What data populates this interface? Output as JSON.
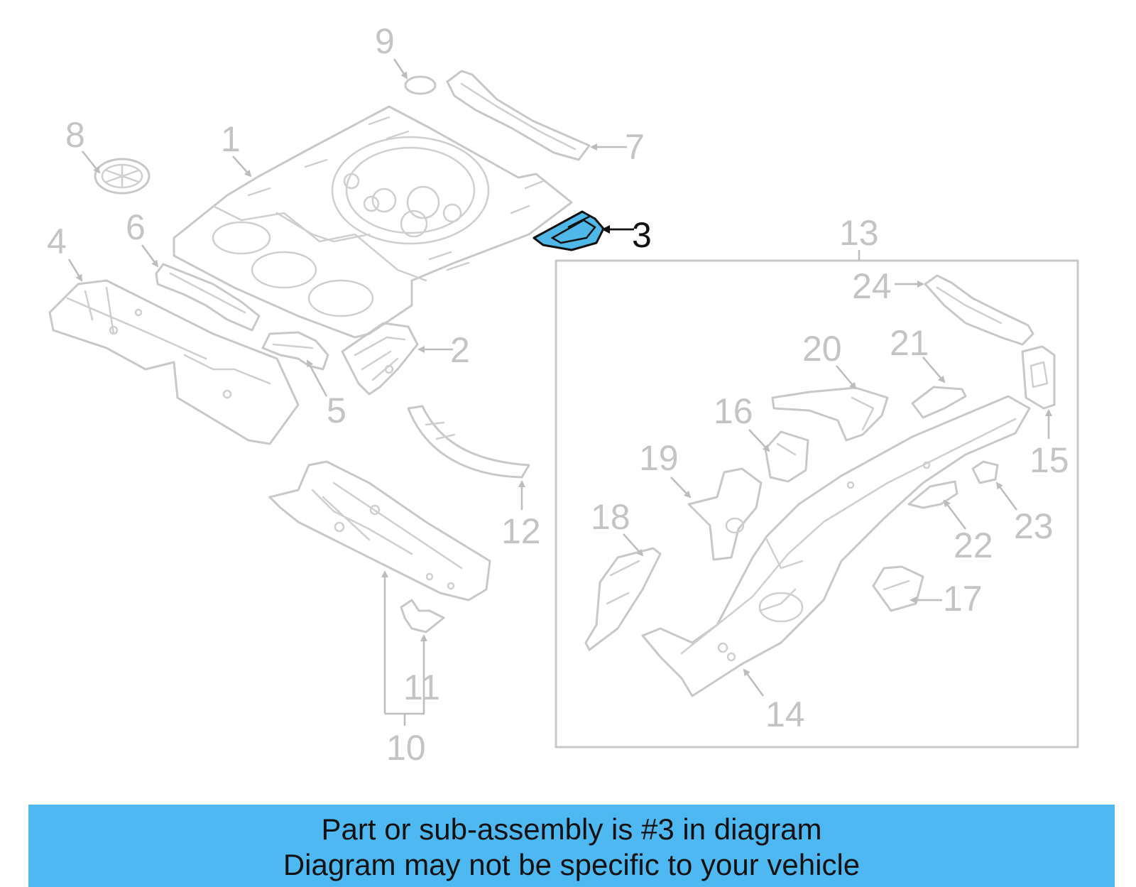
{
  "banner": {
    "line1": "Part or sub-assembly is #3 in diagram",
    "line2": "Diagram may not be specific to your vehicle"
  },
  "colors": {
    "highlight": "#4fb8e8",
    "banner": "#4db8f2",
    "line": "#c8c8c8"
  },
  "highlighted_part": "3",
  "callouts": {
    "c1": "1",
    "c2": "2",
    "c3": "3",
    "c4": "4",
    "c5": "5",
    "c6": "6",
    "c7": "7",
    "c8": "8",
    "c9": "9",
    "c10": "10",
    "c11": "11",
    "c12": "12",
    "c13": "13",
    "c14": "14",
    "c15": "15",
    "c16": "16",
    "c17": "17",
    "c18": "18",
    "c19": "19",
    "c20": "20",
    "c21": "21",
    "c22": "22",
    "c23": "23",
    "c24": "24"
  }
}
